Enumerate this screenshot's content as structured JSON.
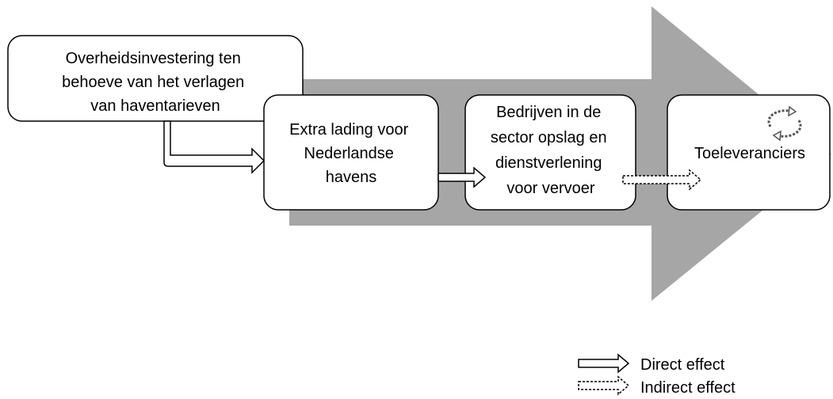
{
  "colors": {
    "big_arrow": "#a6a6a6",
    "box_fill": "#ffffff",
    "box_stroke": "#000000"
  },
  "boxes": {
    "investment": {
      "lines": [
        "Overheidsinvestering ten",
        "behoeve van het verlagen",
        "van haventarieven"
      ]
    },
    "cargo": {
      "lines": [
        "Extra lading voor",
        "Nederlandse",
        "havens"
      ]
    },
    "companies": {
      "lines": [
        "Bedrijven in de",
        "sector opslag en",
        "dienstverlening",
        "voor vervoer"
      ]
    },
    "suppliers": {
      "lines": [
        "Toeleveranciers"
      ],
      "icon": "cycle-arrows-icon"
    }
  },
  "legend": {
    "direct_label": "Direct effect",
    "indirect_label": "Indirect effect"
  }
}
